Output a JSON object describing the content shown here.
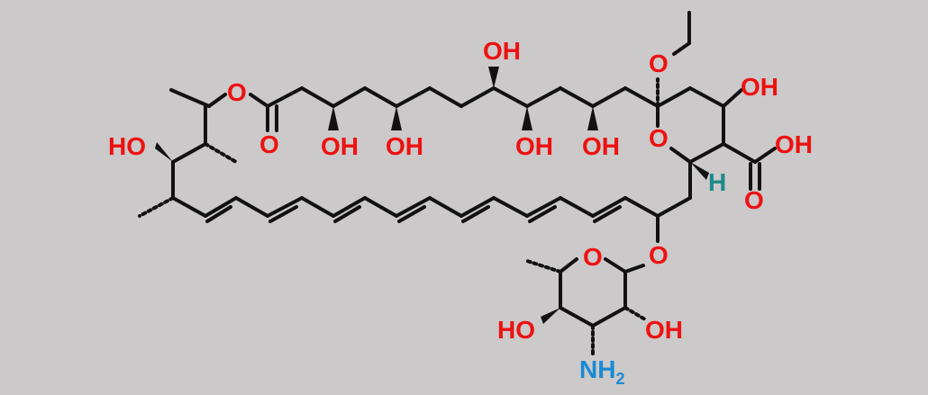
{
  "colors": {
    "background": "#cbc9c9",
    "bond": "#111111",
    "oxygen": "#ee1111",
    "nitrogen": "#1a8ad4",
    "hydrogen": "#1f8a8a"
  },
  "atom_labels": {
    "ho_left": "HO",
    "ring_ester_o": "O",
    "carbonyl_o": "O",
    "oh_c1": "OH",
    "oh_c2": "OH",
    "oh_top": "OH",
    "oh_c3": "OH",
    "oh_c4": "OH",
    "ethoxy_o": "O",
    "pyran_o": "O",
    "oh_right_top": "OH",
    "cooh_oh": "OH",
    "cooh_o": "O",
    "h_label": "H",
    "glyco_o": "O",
    "sugar_ring_o": "O",
    "sugar_ho": "HO",
    "sugar_oh": "OH",
    "amine_nh": "NH",
    "amine_sub": "2"
  }
}
